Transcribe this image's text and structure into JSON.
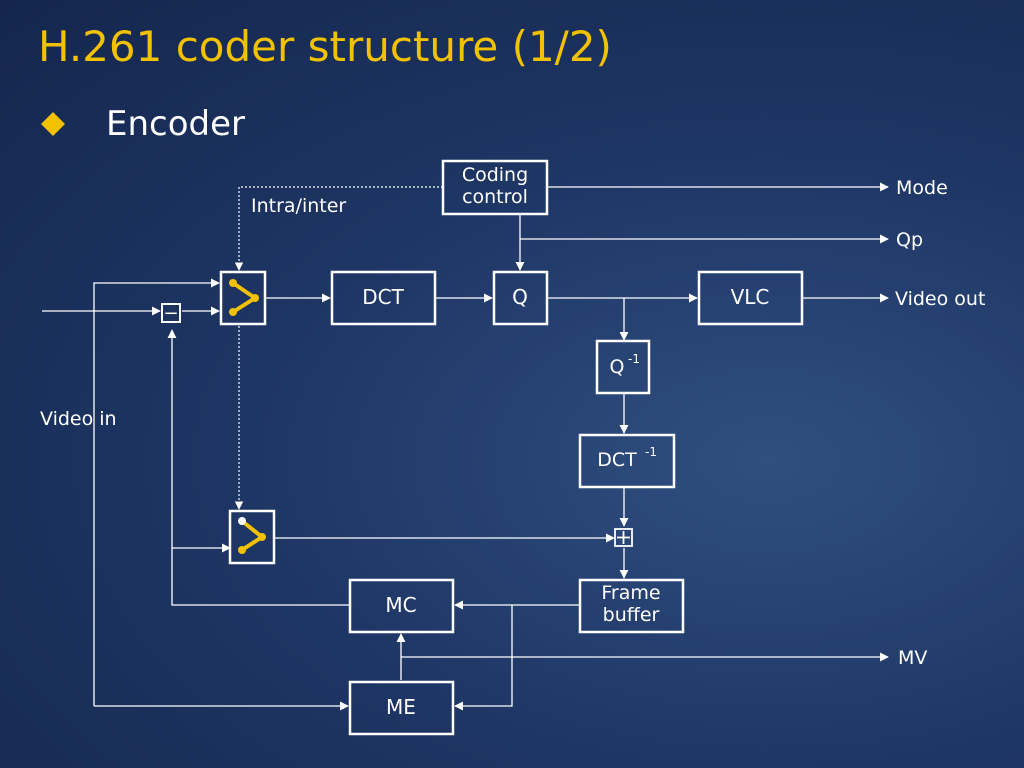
{
  "slide": {
    "title": "H.261 coder structure (1/2)",
    "bullet": "Encoder"
  },
  "diagram": {
    "blocks": {
      "coding_control_line1": "Coding",
      "coding_control_line2": "control",
      "dct": "DCT",
      "q": "Q",
      "vlc": "VLC",
      "q_inv_base": "Q",
      "q_inv_sup": "-1",
      "dct_inv_base": "DCT",
      "dct_inv_sup": "-1",
      "frame_buffer_line1": "Frame",
      "frame_buffer_line2": "buffer",
      "mc": "MC",
      "me": "ME",
      "subtract_symbol": "−"
    },
    "signals": {
      "intra_inter": "Intra/inter",
      "mode": "Mode",
      "qp": "Qp",
      "video_out": "Video out",
      "video_in": "Video in",
      "mv": "MV"
    }
  },
  "colors": {
    "title": "#f2c200",
    "bullet": "#f2c200",
    "switch": "#f2c200",
    "line": "#ffffff",
    "background": "#1f3766"
  }
}
